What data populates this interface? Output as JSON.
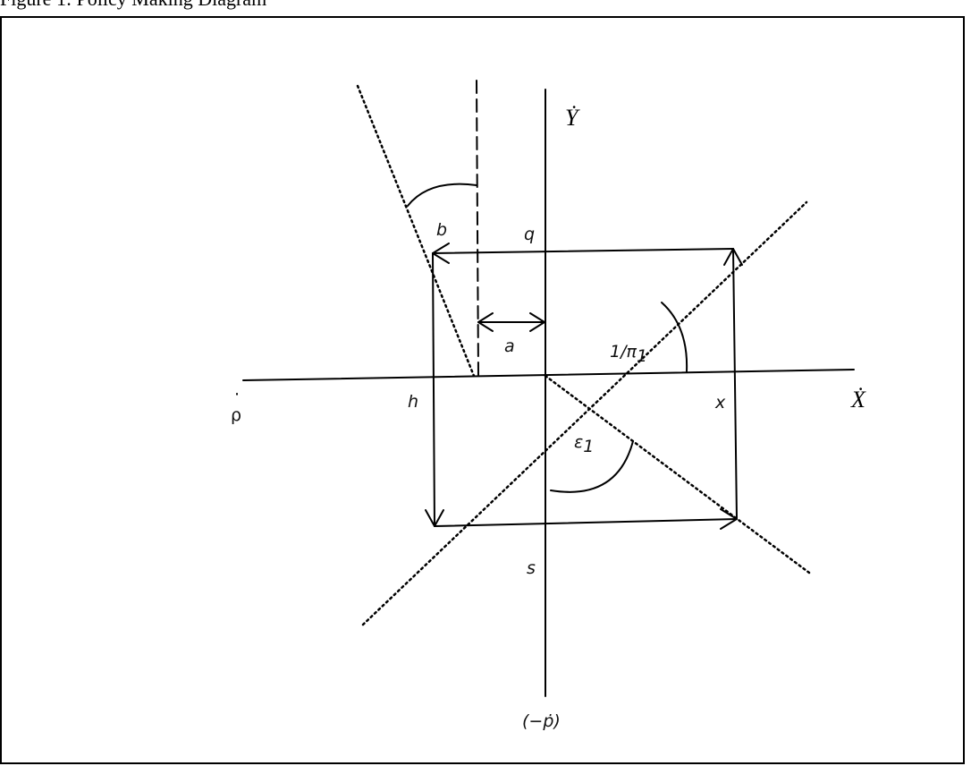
{
  "caption": "Figure 1: Policy Making Diagram",
  "labels": {
    "y_axis": "Ẏ",
    "x_axis": "Ẋ",
    "rho": "ρ",
    "neg_p": "(−ṗ)",
    "b": "b",
    "q": "q",
    "a": "a",
    "h": "h",
    "x": "x",
    "s": "s",
    "inv_pi": "1/π",
    "inv_pi_sub": "1",
    "epsilon": "ε",
    "epsilon_sub": "1"
  }
}
